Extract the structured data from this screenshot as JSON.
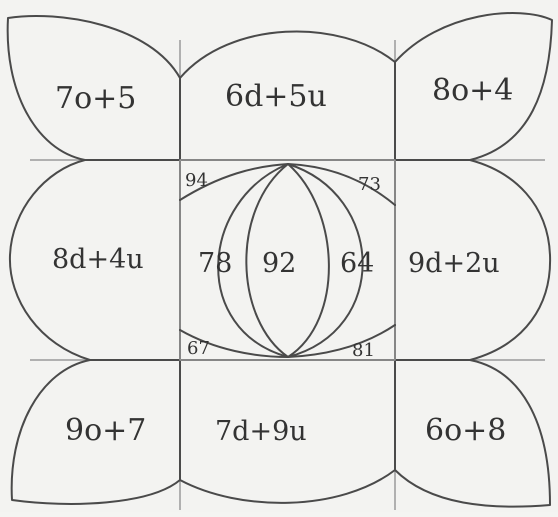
{
  "puzzle": {
    "outer": {
      "top_left": "7o+5",
      "top_center": "6d+5u",
      "top_right": "8o+4",
      "middle_left": "8d+4u",
      "middle_right": "9d+2u",
      "bottom_left": "9o+7",
      "bottom_center": "7d+9u",
      "bottom_right": "6o+8"
    },
    "center": {
      "corner_top_left": "94",
      "corner_top_right": "73",
      "corner_bottom_left": "67",
      "corner_bottom_right": "81",
      "left": "78",
      "middle": "92",
      "right": "64"
    }
  }
}
